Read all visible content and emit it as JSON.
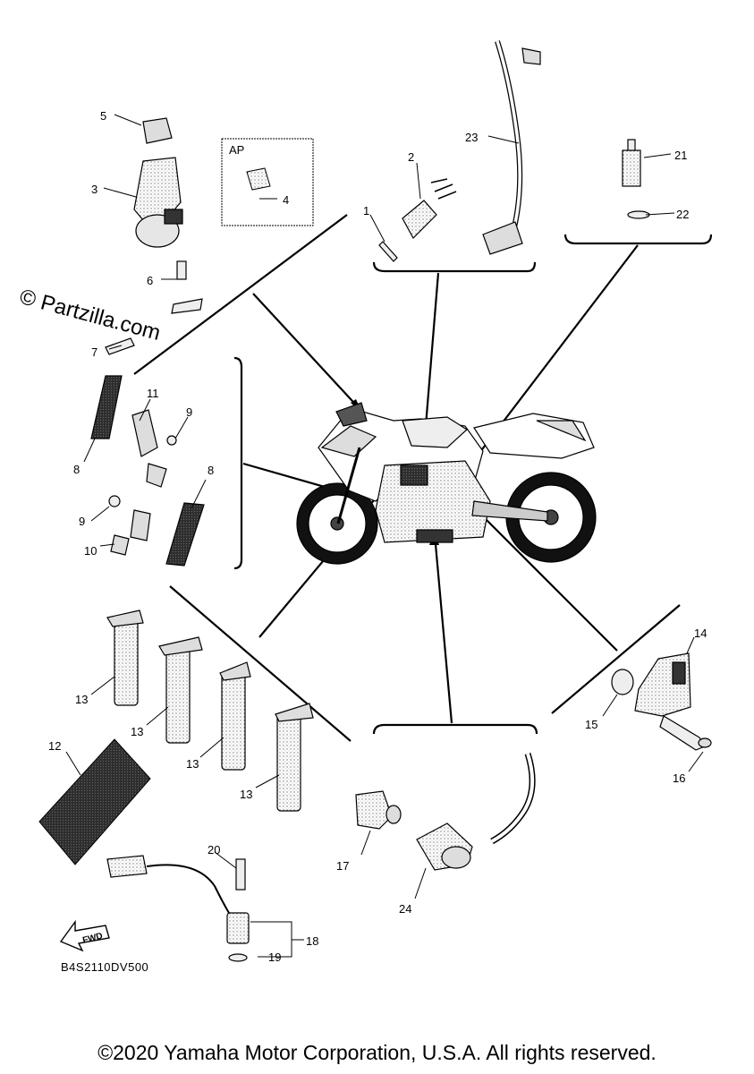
{
  "watermark": "© Partzilla.com",
  "inset_label": "AP",
  "diagram_code": "B4S2110DV500",
  "fwd_label": "FWD",
  "copyright": "©2020 Yamaha Motor Corporation, U.S.A. All rights reserved.",
  "callouts": {
    "c1": "1",
    "c2": "2",
    "c3": "3",
    "c4": "4",
    "c5": "5",
    "c6": "6",
    "c7": "7",
    "c8a": "8",
    "c8b": "8",
    "c9a": "9",
    "c9b": "9",
    "c10": "10",
    "c11": "11",
    "c12": "12",
    "c13a": "13",
    "c13b": "13",
    "c13c": "13",
    "c13d": "13",
    "c14": "14",
    "c15": "15",
    "c16": "16",
    "c17": "17",
    "c18": "18",
    "c19": "19",
    "c20": "20",
    "c21": "21",
    "c22": "22",
    "c23": "23",
    "c24": "24"
  },
  "colors": {
    "ink": "#000000",
    "paper": "#ffffff",
    "part_fill": "#e6e6e6",
    "dark_fill": "#3a3a3a"
  }
}
